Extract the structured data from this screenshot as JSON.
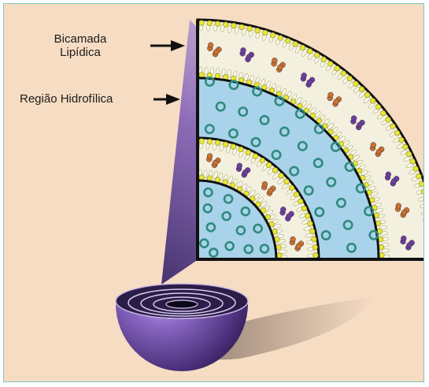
{
  "labels": {
    "bilayer_line1": "Bicamada",
    "bilayer_line2": "Lipídica",
    "hydrophilic": "Região Hidrofílica"
  },
  "colors": {
    "background": "#f6dcc2",
    "frame_border": "#7fc6c4",
    "water_region": "#a9d3ea",
    "water_ring": "#2f8a7e",
    "lipid_head": "#e7e63a",
    "lipid_tail": "#f4f0df",
    "protein_orange": "#c9732e",
    "protein_purple": "#6b3f9b",
    "sphere": "#5a3a86",
    "cone": "#7b59b6",
    "outline": "#111111"
  }
}
